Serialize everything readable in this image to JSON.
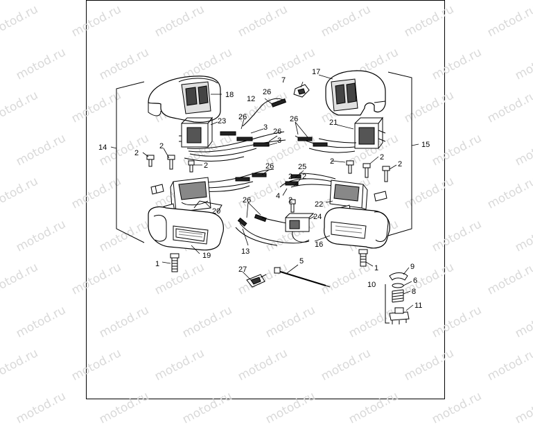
{
  "watermark": "motod.ru",
  "callouts": {
    "c1a": "1",
    "c1b": "1",
    "c2a": "2",
    "c2b": "2",
    "c2c": "2",
    "c2d": "2",
    "c2e": "2",
    "c2f": "2",
    "c2g": "2",
    "c2h": "2",
    "c2i": "2",
    "c3a": "3",
    "c3b": "3",
    "c4": "4",
    "c5": "5",
    "c6": "6",
    "c7": "7",
    "c8": "8",
    "c9": "9",
    "c10": "10",
    "c11": "11",
    "c12": "12",
    "c13": "13",
    "c14": "14",
    "c15": "15",
    "c16": "16",
    "c17": "17",
    "c18": "18",
    "c19": "19",
    "c20": "20",
    "c21": "21",
    "c22": "22",
    "c23": "23",
    "c24": "24",
    "c25": "25",
    "c26a": "26",
    "c26b": "26",
    "c26c": "26",
    "c26d": "26",
    "c26e": "26",
    "c26f": "26",
    "c27": "27"
  }
}
